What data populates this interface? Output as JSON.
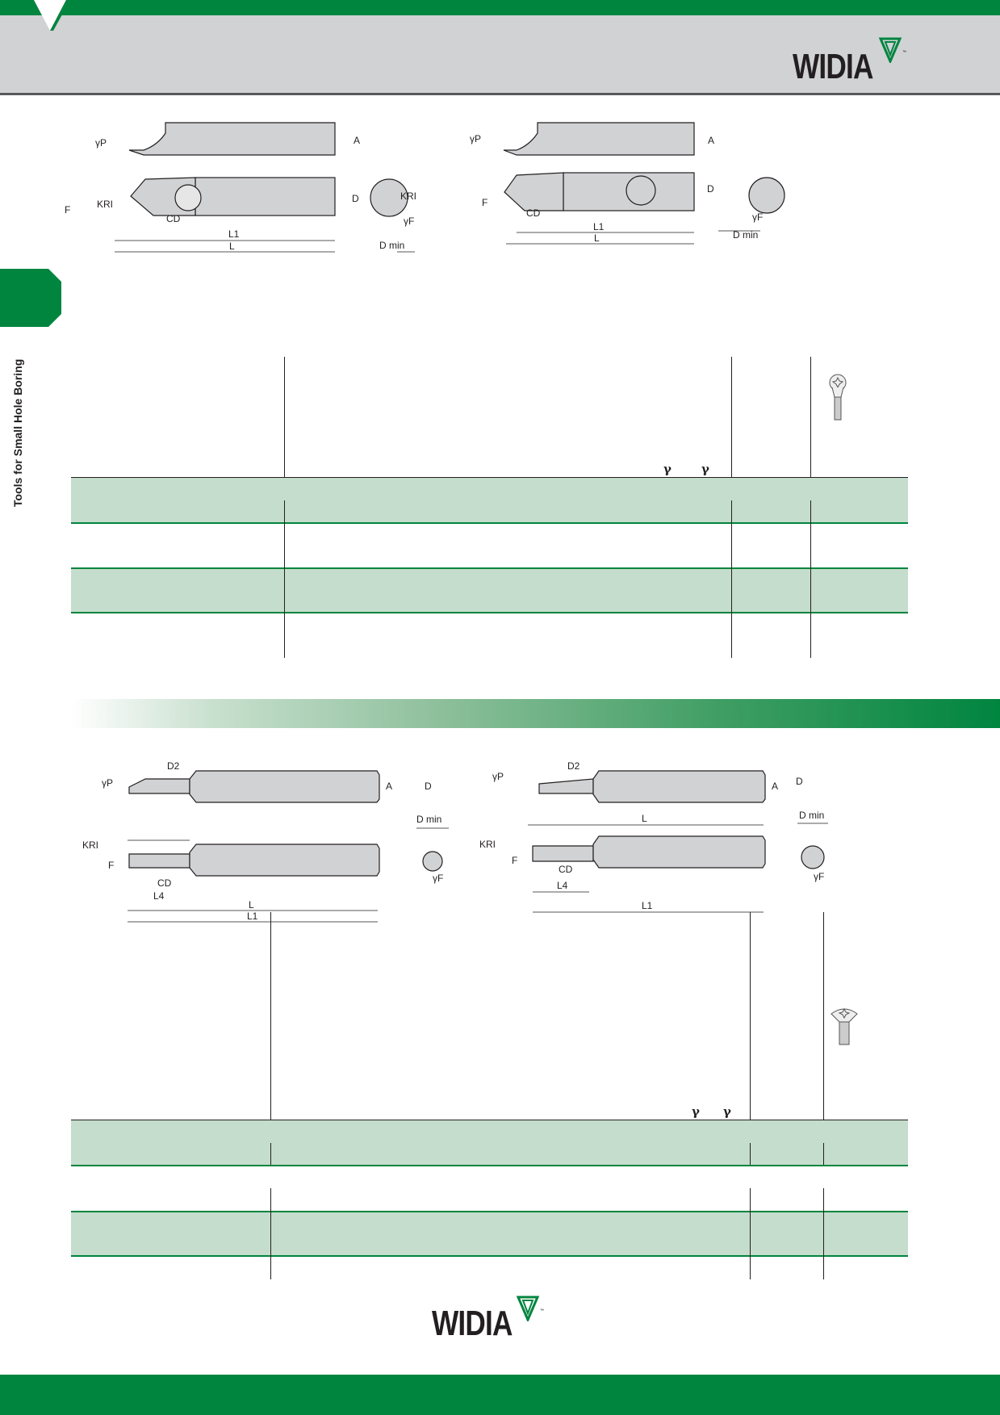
{
  "brand": {
    "name": "WIDIA",
    "tm": "™",
    "colors": {
      "green": "#00853f",
      "light_green": "#c5ddcc",
      "header_gray": "#d1d2d4"
    }
  },
  "side_tab": {
    "label": "Tools for Small Hole Boring"
  },
  "diagram1": {
    "labels": {
      "gamma_p": "γP",
      "a": "A",
      "d": "D",
      "f": "F",
      "kri": "KRI",
      "cd": "CD",
      "l1": "L1",
      "l": "L",
      "gamma_f": "γF",
      "d_min": "D min"
    }
  },
  "diagram2": {
    "labels": {
      "gamma_p": "γP",
      "d2": "D2",
      "a": "A",
      "d": "D",
      "f": "F",
      "kri": "KRI",
      "cd": "CD",
      "l4": "L4",
      "l": "L",
      "l1": "L1",
      "gamma_f": "γF",
      "d_min": "D min"
    }
  },
  "table1": {
    "header_symbols": [
      "γ",
      "γ"
    ],
    "icons": [
      "torx-screw-icon"
    ]
  },
  "table2": {
    "header_symbols": [
      "γ",
      "γ"
    ],
    "icons": [
      "torx-screw-icon"
    ]
  }
}
